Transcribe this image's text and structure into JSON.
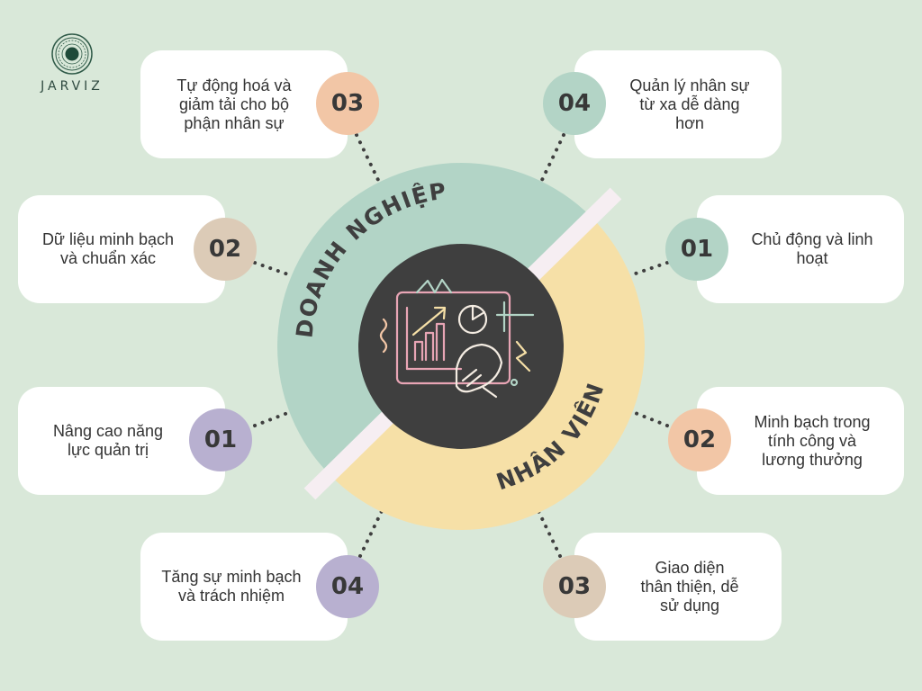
{
  "brand": {
    "name": "JARVIZ",
    "icon": "jarviz-logo-icon"
  },
  "hub": {
    "icon": "analytics-dashboard-icon",
    "top_label": "DOANH NGHIỆP",
    "bottom_label": "NHÂN VIÊN"
  },
  "colors": {
    "background": "#d9e8d9",
    "card": "#ffffff",
    "ring_doanh_nghiep": "#b2d4c6",
    "ring_nhan_vien": "#f6e0a7",
    "hub": "#3f3f3f",
    "divider": "#f6eef2",
    "dot": "#3f3f3f",
    "peach": "#f2c6a6",
    "sage": "#b3d4c6",
    "tan": "#dccbb7",
    "lavender": "#b8b0d0"
  },
  "doanh_nghiep": [
    {
      "number": "03",
      "text": "Tự động hoá và\ngiảm tải cho bộ\nphận nhân sự"
    },
    {
      "number": "02",
      "text": "Dữ liệu minh bạch\nvà chuẩn xác"
    },
    {
      "number": "01",
      "text": "Nâng cao năng\nlực quản trị"
    },
    {
      "number": "04",
      "text": "Tăng sự minh bạch\nvà trách nhiệm"
    }
  ],
  "nhan_vien": [
    {
      "number": "04",
      "text": "Quản lý nhân sự\ntừ xa dễ dàng\nhơn"
    },
    {
      "number": "01",
      "text": "Chủ động và linh\nhoạt"
    },
    {
      "number": "02",
      "text": "Minh bạch trong\ntính công và\nlương thưởng"
    },
    {
      "number": "03",
      "text": "Giao diện\nthân thiện, dễ\nsử dụng"
    }
  ]
}
